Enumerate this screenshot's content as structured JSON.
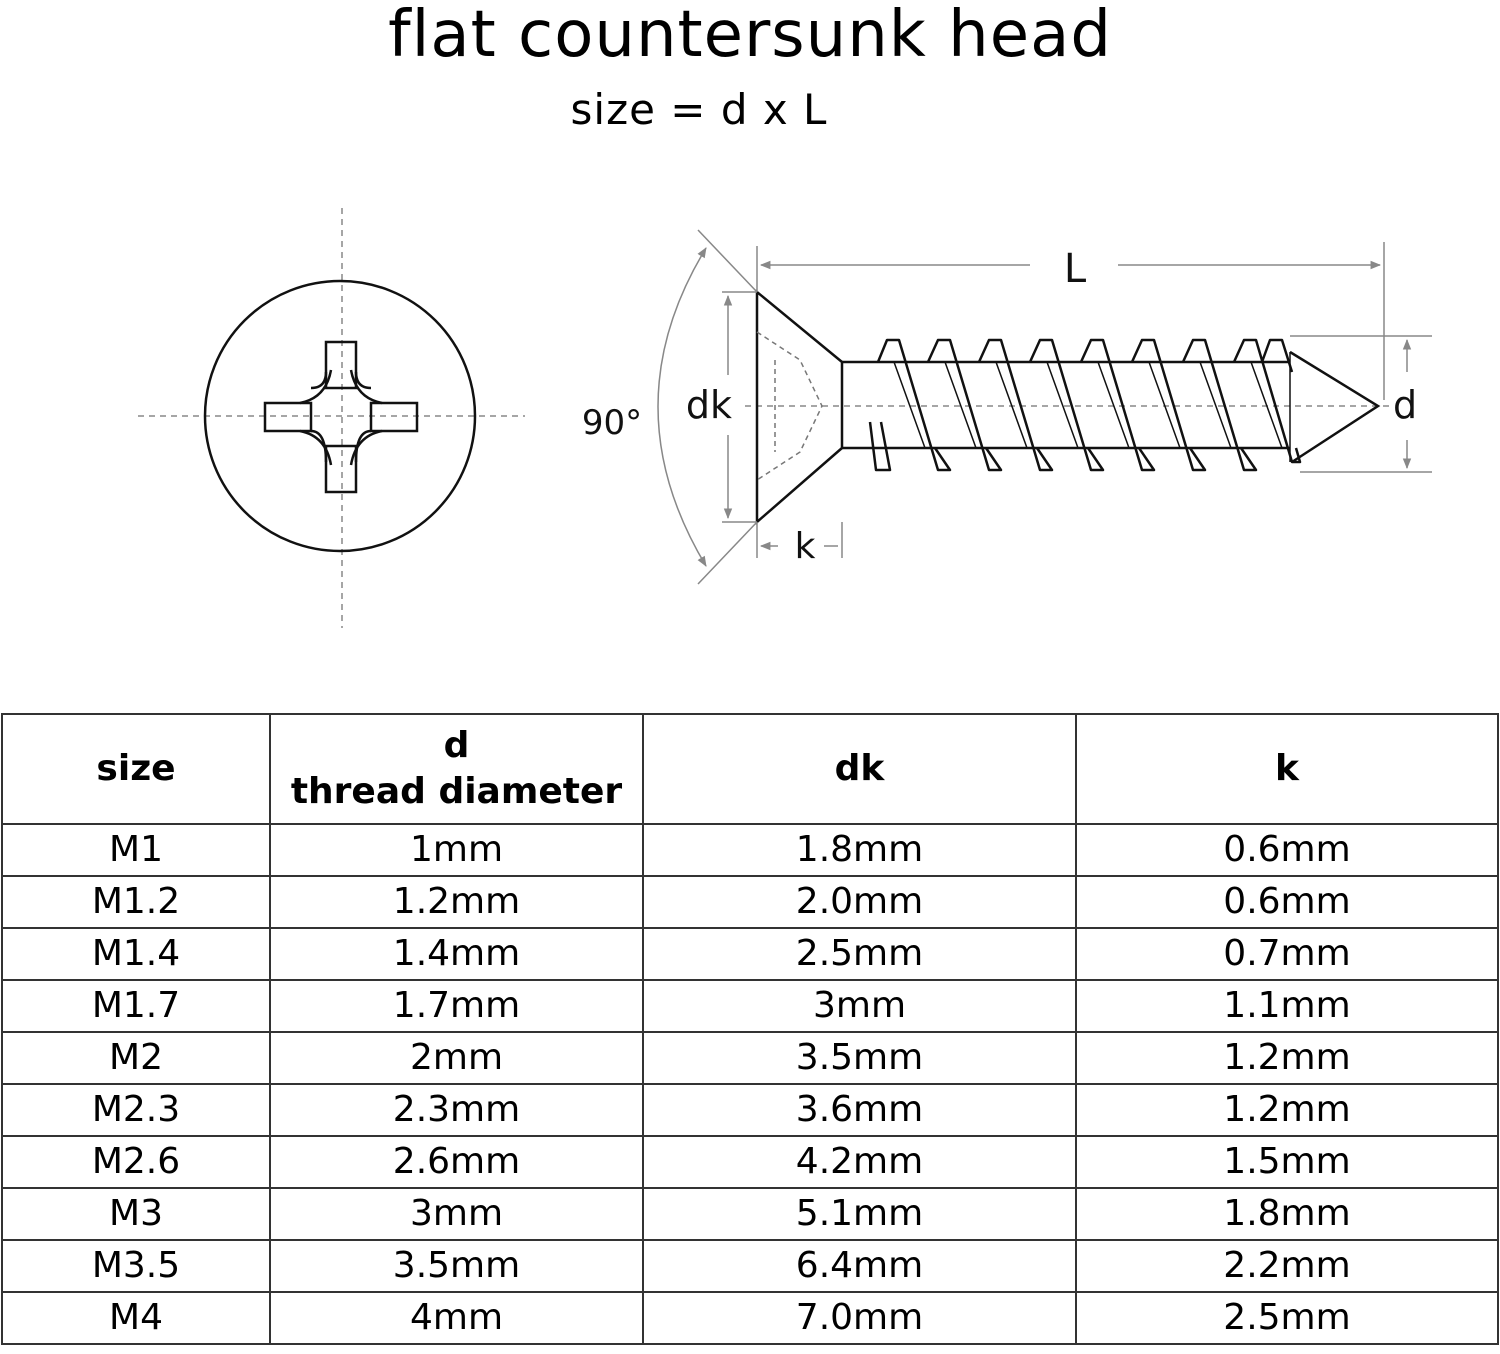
{
  "title": "flat countersunk head",
  "subtitle": "size = d x L",
  "diagram": {
    "angle_label": "90°",
    "dk_label": "dk",
    "k_label": "k",
    "L_label": "L",
    "d_label": "d"
  },
  "table": {
    "headers": {
      "size": "size",
      "d_line1": "d",
      "d_line2": "thread diameter",
      "dk": "dk",
      "k": "k"
    },
    "rows": [
      {
        "size": "M1",
        "d": "1mm",
        "dk": "1.8mm",
        "k": "0.6mm"
      },
      {
        "size": "M1.2",
        "d": "1.2mm",
        "dk": "2.0mm",
        "k": "0.6mm"
      },
      {
        "size": "M1.4",
        "d": "1.4mm",
        "dk": "2.5mm",
        "k": "0.7mm"
      },
      {
        "size": "M1.7",
        "d": "1.7mm",
        "dk": "3mm",
        "k": "1.1mm"
      },
      {
        "size": "M2",
        "d": "2mm",
        "dk": "3.5mm",
        "k": "1.2mm"
      },
      {
        "size": "M2.3",
        "d": "2.3mm",
        "dk": "3.6mm",
        "k": "1.2mm"
      },
      {
        "size": "M2.6",
        "d": "2.6mm",
        "dk": "4.2mm",
        "k": "1.5mm"
      },
      {
        "size": "M3",
        "d": "3mm",
        "dk": "5.1mm",
        "k": "1.8mm"
      },
      {
        "size": "M3.5",
        "d": "3.5mm",
        "dk": "6.4mm",
        "k": "2.2mm"
      },
      {
        "size": "M4",
        "d": "4mm",
        "dk": "7.0mm",
        "k": "2.5mm"
      }
    ]
  }
}
